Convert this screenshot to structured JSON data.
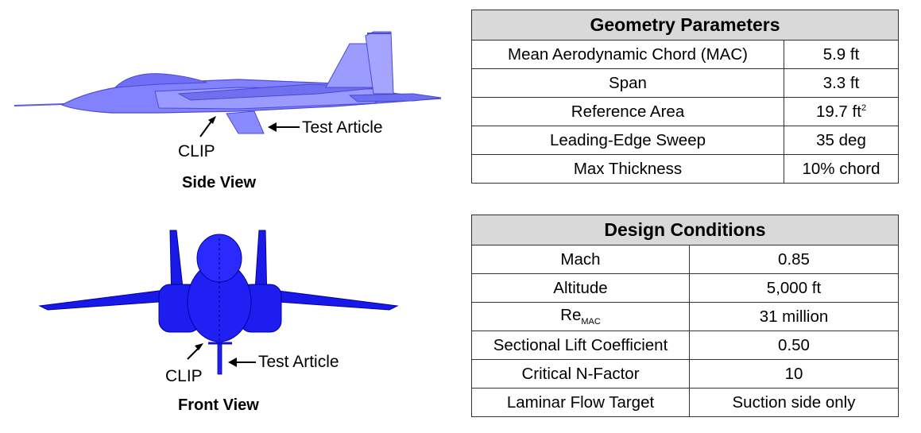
{
  "side_view": {
    "caption": "Side View",
    "clip_label": "CLIP",
    "test_article_label": "Test Article"
  },
  "front_view": {
    "caption": "Front View",
    "clip_label": "CLIP",
    "test_article_label": "Test Article"
  },
  "geometry_table": {
    "title": "Geometry Parameters",
    "rows": [
      {
        "param": "Mean Aerodynamic Chord (MAC)",
        "value": "5.9 ft"
      },
      {
        "param": "Span",
        "value": "3.3 ft"
      },
      {
        "param": "Reference Area",
        "value": "19.7 ft",
        "value_sup": "2"
      },
      {
        "param": "Leading-Edge Sweep",
        "value": "35 deg"
      },
      {
        "param": "Max Thickness",
        "value": "10% chord"
      }
    ]
  },
  "design_table": {
    "title": "Design Conditions",
    "rows": [
      {
        "param": "Mach",
        "value": "0.85"
      },
      {
        "param": "Altitude",
        "value": "5,000 ft"
      },
      {
        "param": "Re",
        "param_sub": "MAC",
        "value": "31 million"
      },
      {
        "param": "Sectional Lift Coefficient",
        "value": "0.50"
      },
      {
        "param": "Critical N-Factor",
        "value": "10"
      },
      {
        "param": "Laminar Flow Target",
        "value": "Suction side only"
      }
    ]
  },
  "colors": {
    "aircraft_side": "#7f7fff",
    "aircraft_front": "#1010e0",
    "header_bg": "#d9d9d9"
  }
}
